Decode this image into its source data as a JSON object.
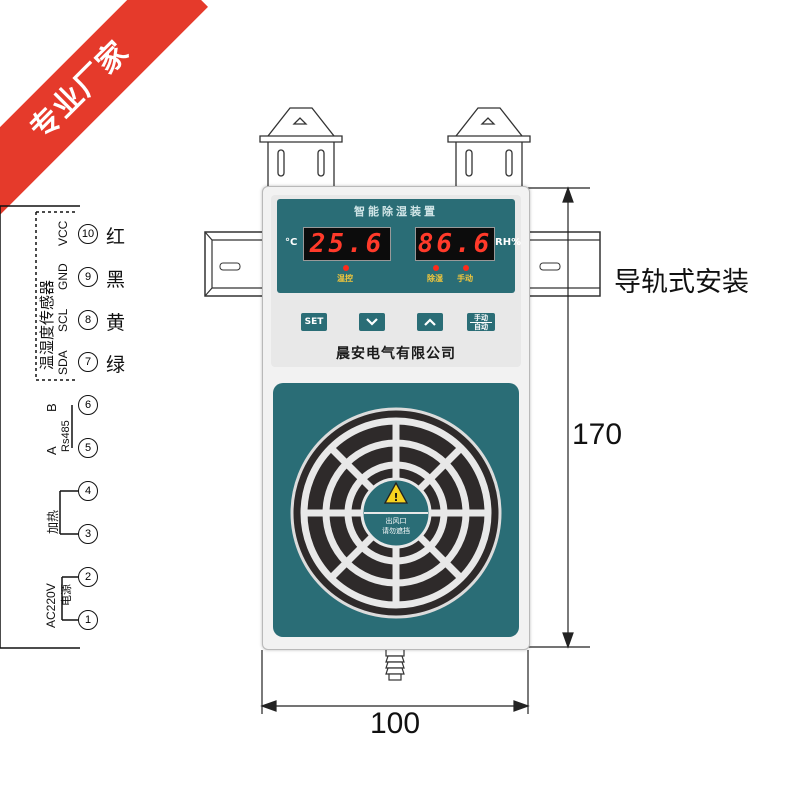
{
  "banner": {
    "text": "专业厂家"
  },
  "device": {
    "panel_title": "智能除湿装置",
    "temp_display": "25.6",
    "humidity_display": "86.6",
    "temp_unit": "°C",
    "humidity_unit": "RH%",
    "led_labels": {
      "temp_control": "温控",
      "dehumidify": "除湿",
      "manual": "手动"
    },
    "buttons": {
      "set": "SET",
      "down": "﹀",
      "up": "︿",
      "mode_top": "手动",
      "mode_bottom": "自动"
    },
    "company": "晨安电气有限公司",
    "fan_warning_line1": "出风口",
    "fan_warning_line2": "请勿遮挡"
  },
  "annotations": {
    "mounting": "导轨式安装",
    "height": "170",
    "width": "100"
  },
  "terminals": {
    "numbers": [
      "10",
      "9",
      "8",
      "7",
      "6",
      "5",
      "4",
      "3",
      "2",
      "1"
    ],
    "pin_labels": [
      "VCC",
      "GND",
      "SCL",
      "SDA",
      "B",
      "A"
    ],
    "rs485": "Rs485",
    "sensor_group": "温湿度传感器",
    "heating": "加热",
    "power": "AC220V",
    "power_sub": "电源",
    "wire_colors": [
      "红",
      "黑",
      "黄",
      "绿"
    ]
  },
  "colors": {
    "accent_teal": "#2a6d76",
    "banner_red": "#e53a2b",
    "led_red": "#ff2a1a",
    "label_yellow": "#f2c73b"
  }
}
